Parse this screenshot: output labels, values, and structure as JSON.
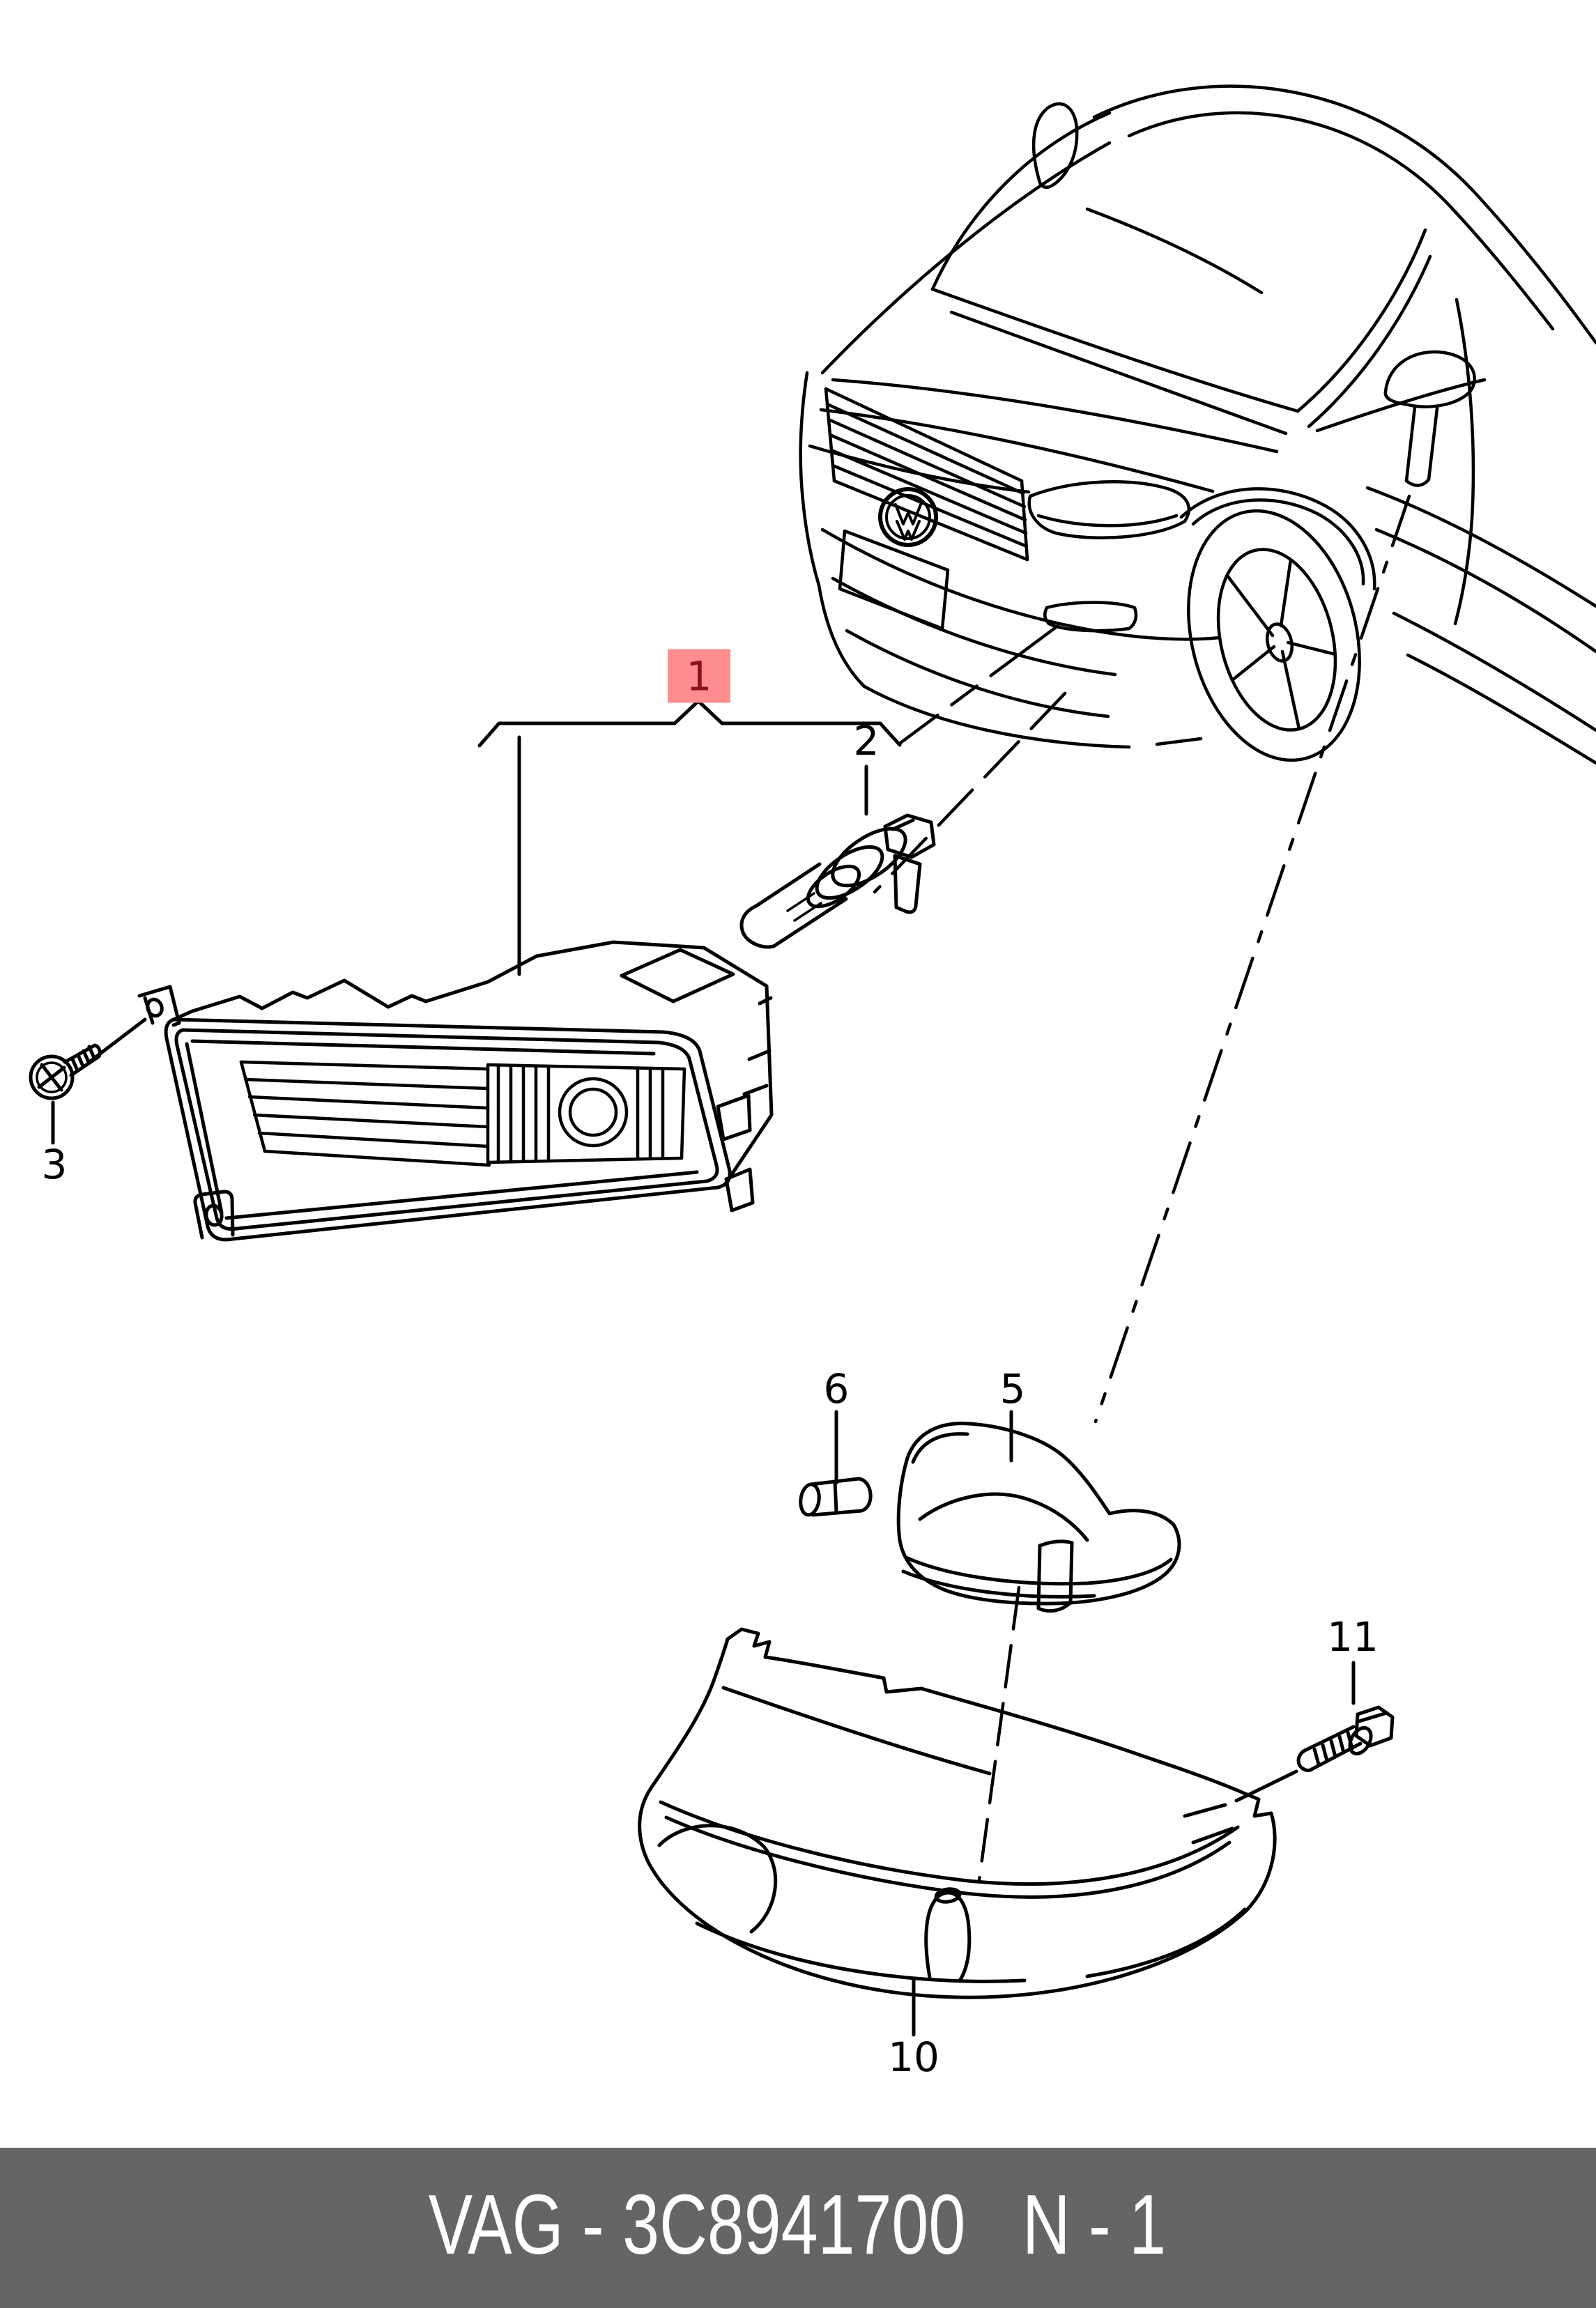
{
  "page": {
    "background": "#ffffff",
    "line_color": "#000000"
  },
  "callouts": {
    "item1": {
      "label": "1",
      "highlighted": true,
      "highlight_bg": "#ff8d8d",
      "highlight_fg": "#8e1016"
    },
    "item2": {
      "label": "2"
    },
    "item3": {
      "label": "3"
    },
    "item5": {
      "label": "5"
    },
    "item6": {
      "label": "6"
    },
    "item10": {
      "label": "10"
    },
    "item11": {
      "label": "11"
    }
  },
  "footer": {
    "part_code": "VAG - 3C8941700",
    "page_ref": "N - 1",
    "bg": "#656565",
    "fg": "#ffffff"
  }
}
